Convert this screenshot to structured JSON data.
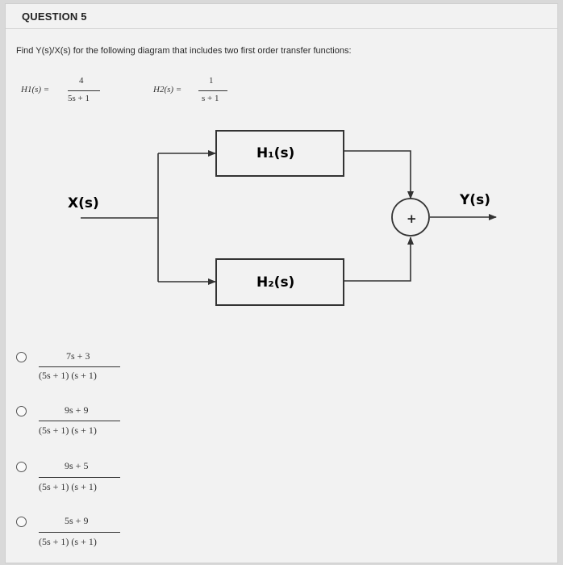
{
  "question": {
    "title": "QUESTION 5",
    "prompt": "Find Y(s)/X(s) for the following diagram that includes two first order transfer functions:"
  },
  "transfer_functions": {
    "h1": {
      "lhs": "H1(s) =",
      "numerator": "4",
      "denominator": "5s + 1"
    },
    "h2": {
      "lhs": "H2(s) =",
      "numerator": "1",
      "denominator": "s + 1"
    }
  },
  "diagram": {
    "input_label": "X(s)",
    "output_label": "Y(s)",
    "block1_label": "H₁(s)",
    "block2_label": "H₂(s)",
    "summer_sign": "+"
  },
  "options": [
    {
      "numerator": "7s + 3",
      "denominator": "(5s + 1) (s + 1)"
    },
    {
      "numerator": "9s + 9",
      "denominator": "(5s + 1) (s + 1)"
    },
    {
      "numerator": "9s + 5",
      "denominator": "(5s + 1) (s + 1)"
    },
    {
      "numerator": "5s + 9",
      "denominator": "(5s + 1) (s + 1)"
    }
  ]
}
